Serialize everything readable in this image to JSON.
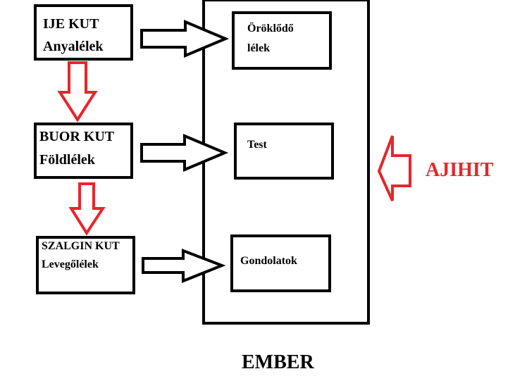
{
  "left_boxes": [
    {
      "line1": "IJE KUT",
      "line2": "Anyalélek"
    },
    {
      "line1": "BUOR KUT",
      "line2": "Földlélek"
    },
    {
      "line1": "SZALGIN KUT",
      "line2": "Levegőlélek"
    }
  ],
  "ember_boxes": [
    {
      "line1": "Öröklődő",
      "line2": "lélek"
    },
    {
      "line1": "Test"
    },
    {
      "line1": "Gondolatok"
    }
  ],
  "container_label": "EMBER",
  "side_label": "AJIHIT",
  "colors": {
    "stroke": "#000000",
    "accent_red": "#e8252b",
    "background": "#ffffff"
  }
}
